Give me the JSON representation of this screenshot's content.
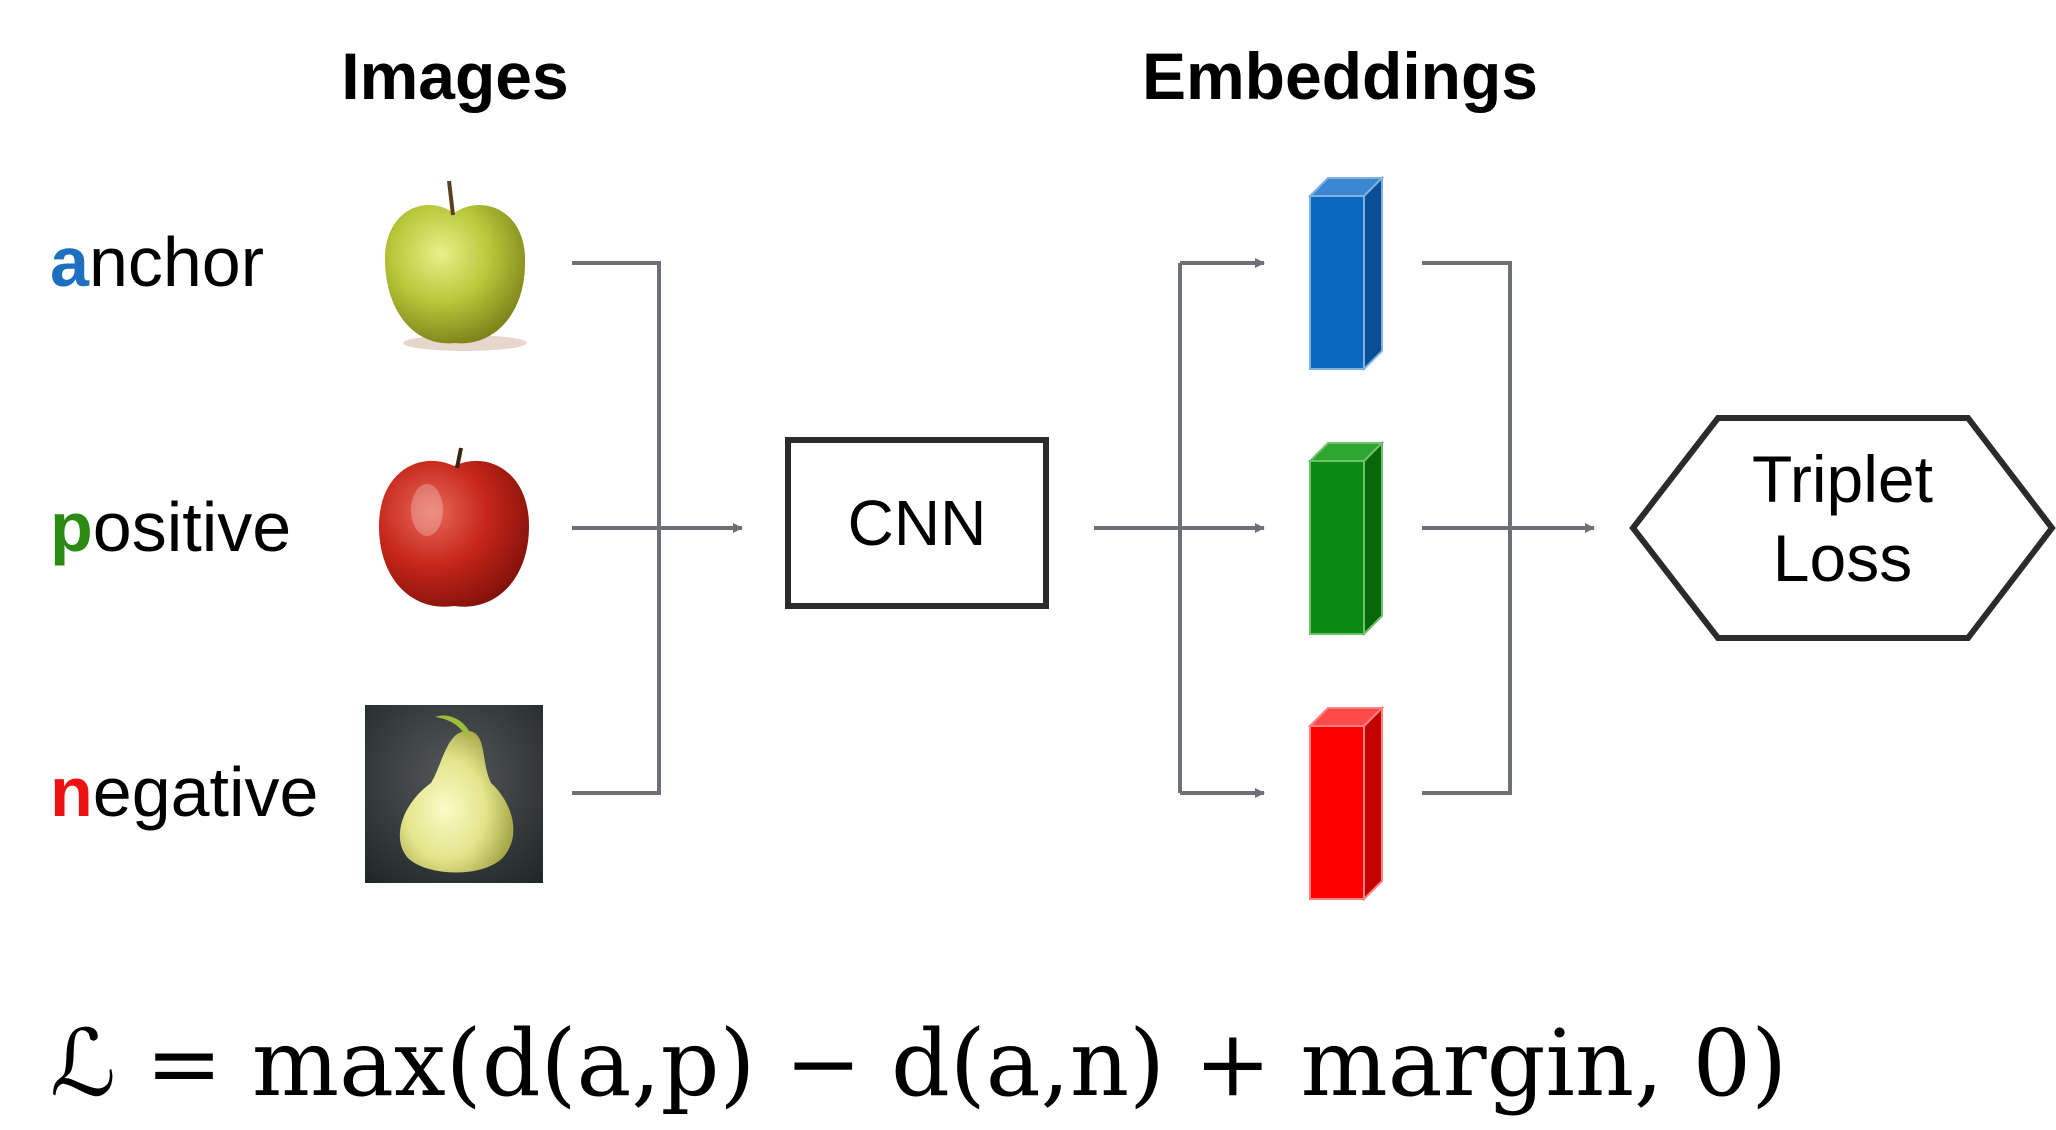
{
  "headings": {
    "images": "Images",
    "embeddings": "Embeddings"
  },
  "inputs": [
    {
      "initial": "a",
      "rest": "nchor",
      "initial_color": "#1f6fc0",
      "image_icon": "green-apple-icon"
    },
    {
      "initial": "p",
      "rest": "ositive",
      "initial_color": "#2a8a13",
      "image_icon": "red-apple-icon"
    },
    {
      "initial": "n",
      "rest": "egative",
      "initial_color": "#ee1111",
      "image_icon": "pear-icon"
    }
  ],
  "model": {
    "label": "CNN"
  },
  "embedding_colors": [
    "#0b68c0",
    "#0a8a10",
    "#ff0000"
  ],
  "loss": {
    "line1": "Triplet",
    "line2": "Loss"
  },
  "formula": "ℒ = max(d(a,p) − d(a,n) + margin, 0)",
  "colors": {
    "connector": "#6d7177",
    "box_border": "#2b2b2b"
  }
}
